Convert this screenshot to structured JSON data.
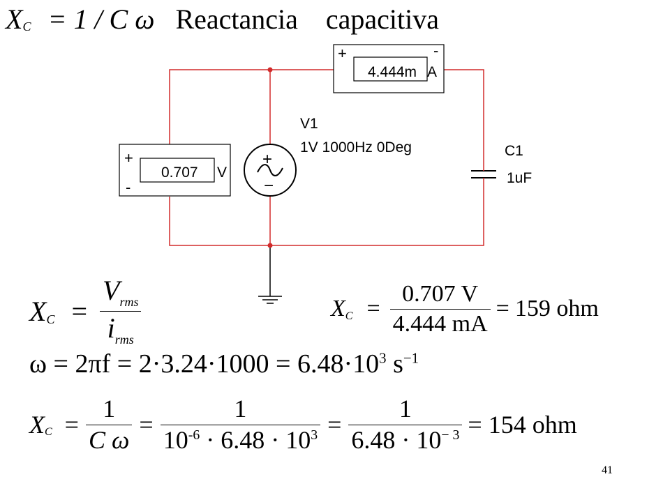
{
  "title": {
    "formula_lhs": "X",
    "formula_sub": "C",
    "formula_rhs": "= 1 / C ω",
    "text": "Reactancia    capacitiva"
  },
  "circuit": {
    "colors": {
      "wire": "#d22b2b",
      "component": "#000000",
      "node": "#d22b2b"
    },
    "ammeter": {
      "plus": "+",
      "minus": "-",
      "reading": "4.444m",
      "unit": "A"
    },
    "voltmeter": {
      "plus": "+",
      "minus": "-",
      "reading": "0.707",
      "unit": "V"
    },
    "source": {
      "name": "V1",
      "params": "1V 1000Hz 0Deg",
      "plus": "+",
      "minus": "−",
      "icon": "ac-source-icon"
    },
    "capacitor": {
      "name": "C1",
      "value": "1uF"
    },
    "ground_icon": "ground-icon"
  },
  "equations": {
    "eq1": {
      "lhs_var": "X",
      "lhs_sub": "C",
      "eq": "=",
      "num_var": "V",
      "num_sub": "rms",
      "den_var": "i",
      "den_sub": "rms"
    },
    "eq2": {
      "lhs_var": "X",
      "lhs_sub": "C",
      "eq1": "=",
      "num": "0.707 V",
      "den": "4.444 mA",
      "eq2": "=",
      "result": "159 ohm"
    },
    "eq3": {
      "text": "ω = 2πf = 2·3.24·1000 = 6.48·10",
      "exp": "3",
      "unit": " s",
      "unit_exp": "−1"
    },
    "eq4": {
      "lhs_var": "X",
      "lhs_sub": "C",
      "eq": "=",
      "f1_num": "1",
      "f1_den": "C ω",
      "f2_num": "1",
      "f2_den_a": "10",
      "f2_den_a_exp": "-6",
      "f2_den_b": "· 6.48 · 10",
      "f2_den_b_exp": "3",
      "f3_num": "1",
      "f3_den": "6.48 · 10",
      "f3_den_exp": "− 3",
      "result": "= 154 ohm"
    }
  },
  "page_number": "41"
}
